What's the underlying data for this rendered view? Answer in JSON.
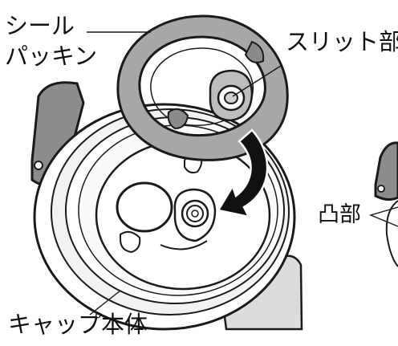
{
  "labels": {
    "seal_packing_line1": "シール",
    "seal_packing_line2": "パッキン",
    "slit_part": "スリット部",
    "convex_part": "凸部",
    "cap_body": "キャップ本体"
  },
  "colors": {
    "outline": "#1a1a1a",
    "cap_fill": "#ffffff",
    "cap_shade": "#d9d9d9",
    "packing_fill": "#a7a7a7",
    "packing_dark": "#8a8a8a",
    "handle_fill": "#8c8c8c",
    "arrow_fill": "#111111"
  }
}
